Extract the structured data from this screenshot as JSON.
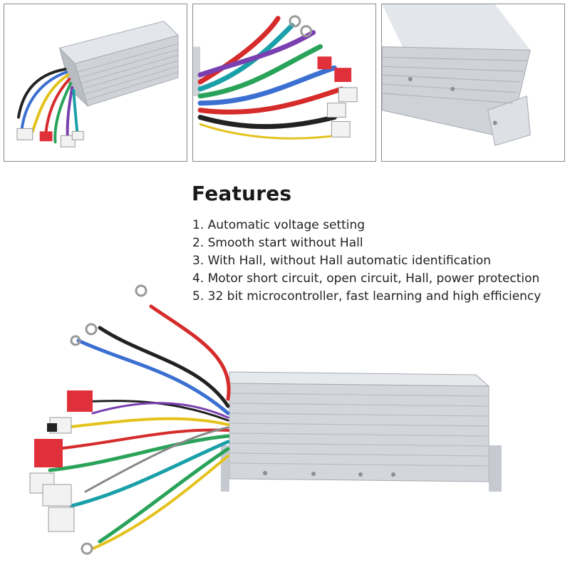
{
  "features": {
    "title": "Features",
    "items": [
      {
        "text": "1. Automatic voltage setting"
      },
      {
        "text": "2. Smooth start without Hall"
      },
      {
        "text": "3. With Hall, without Hall automatic identification"
      },
      {
        "text": "4. Motor short circuit, open circuit, Hall, power protection"
      },
      {
        "text": "5. 32 bit microcontroller, fast learning and high efficiency"
      }
    ]
  },
  "images": {
    "thumbnails": [
      "controller-overview-thumbnail",
      "wiring-harness-closeup-thumbnail",
      "housing-mounting-bracket-closeup-thumbnail"
    ],
    "main": "brushless-motor-controller-with-wiring-harness"
  },
  "colors": {
    "housing": "#cfd3d8",
    "wire_red": "#d62b2b",
    "wire_blue": "#3b6fd1",
    "wire_black": "#222222",
    "wire_green": "#2aa35a",
    "wire_yellow": "#e4c21c",
    "connector_red": "#e0303a",
    "border": "#8a8a8a"
  }
}
